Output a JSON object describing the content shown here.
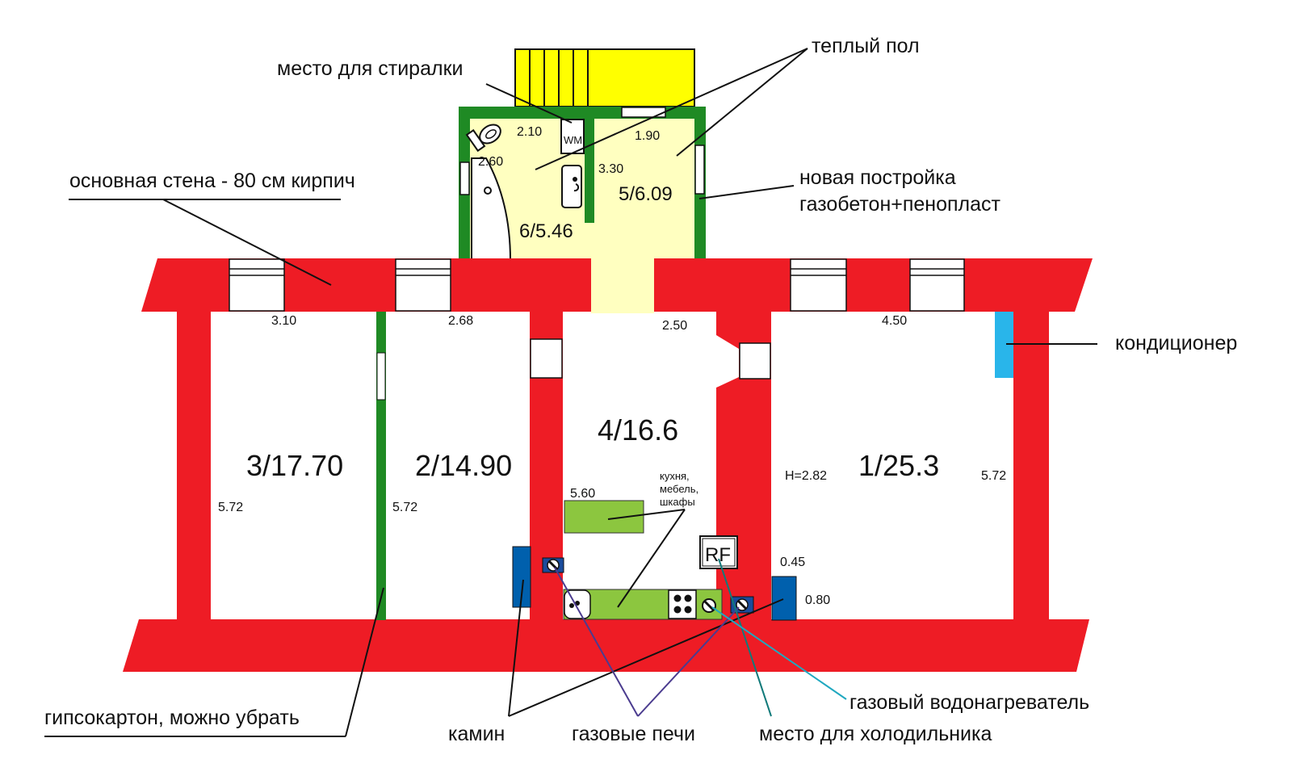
{
  "colors": {
    "brick": "#ee1c25",
    "new_wall": "#1f8a24",
    "zone": "#ffffc0",
    "stairs": "#ffff00",
    "furniture": "#8cc63f",
    "fireplace": "#0060ad",
    "ac": "#29b5ea",
    "leader_gas": "#4b3c8f",
    "leader_fridge": "#117a7a",
    "leader_heater": "#20a8c0"
  },
  "rooms": {
    "room1": "1/25.3",
    "room2": "2/14.90",
    "room3": "3/17.70",
    "room4": "4/16.6",
    "room5": "5/6.09",
    "room6": "6/5.46"
  },
  "dimensions": {
    "r3_width": "3.10",
    "r3_depth": "5.72",
    "r2_width": "2.68",
    "r2_depth": "5.72",
    "r4_width": "2.50",
    "r4_depth": "5.60",
    "r1_width": "4.50",
    "r1_depth": "5.72",
    "r1_height": "H=2.82",
    "r6_width": "2.10",
    "r6_depth": "2.60",
    "r5_width": "1.90",
    "r5_depth": "3.30",
    "fireplace_w": "0.45",
    "fireplace_d": "0.80"
  },
  "fixtures": {
    "washer": "WM",
    "fridge": "RF",
    "kitchen_note": [
      "кухня,",
      "мебель,",
      "шкафы"
    ]
  },
  "callouts": {
    "washer_place": "место для стиралки",
    "warm_floor": "теплый пол",
    "main_wall": "основная стена - 80 см кирпич",
    "new_build_1": "новая постройка",
    "new_build_2": "газобетон+пенопласт",
    "air_conditioner": "кондиционер",
    "drywall": "гипсокартон, можно убрать",
    "fireplace": "камин",
    "gas_stoves": "газовые печи",
    "fridge_place": "место для холодильника",
    "gas_heater": "газовый водонагреватель"
  }
}
